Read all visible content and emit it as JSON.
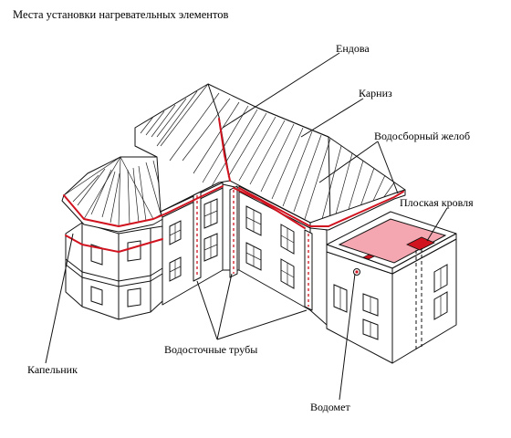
{
  "title": "Места установки нагревательных элементов",
  "labels": {
    "endova": "Ендова",
    "karniz": "Карниз",
    "gutter": "Водосборный желоб",
    "flat_roof": "Плоская кровля",
    "downpipes": "Водосточные трубы",
    "drip_edge": "Капельник",
    "water_spout": "Водомет"
  },
  "colors": {
    "heating_cable": "#d0131f",
    "flat_roof_fill": "#f4a7b0",
    "drain_box": "#d0131f",
    "line": "#111111"
  }
}
